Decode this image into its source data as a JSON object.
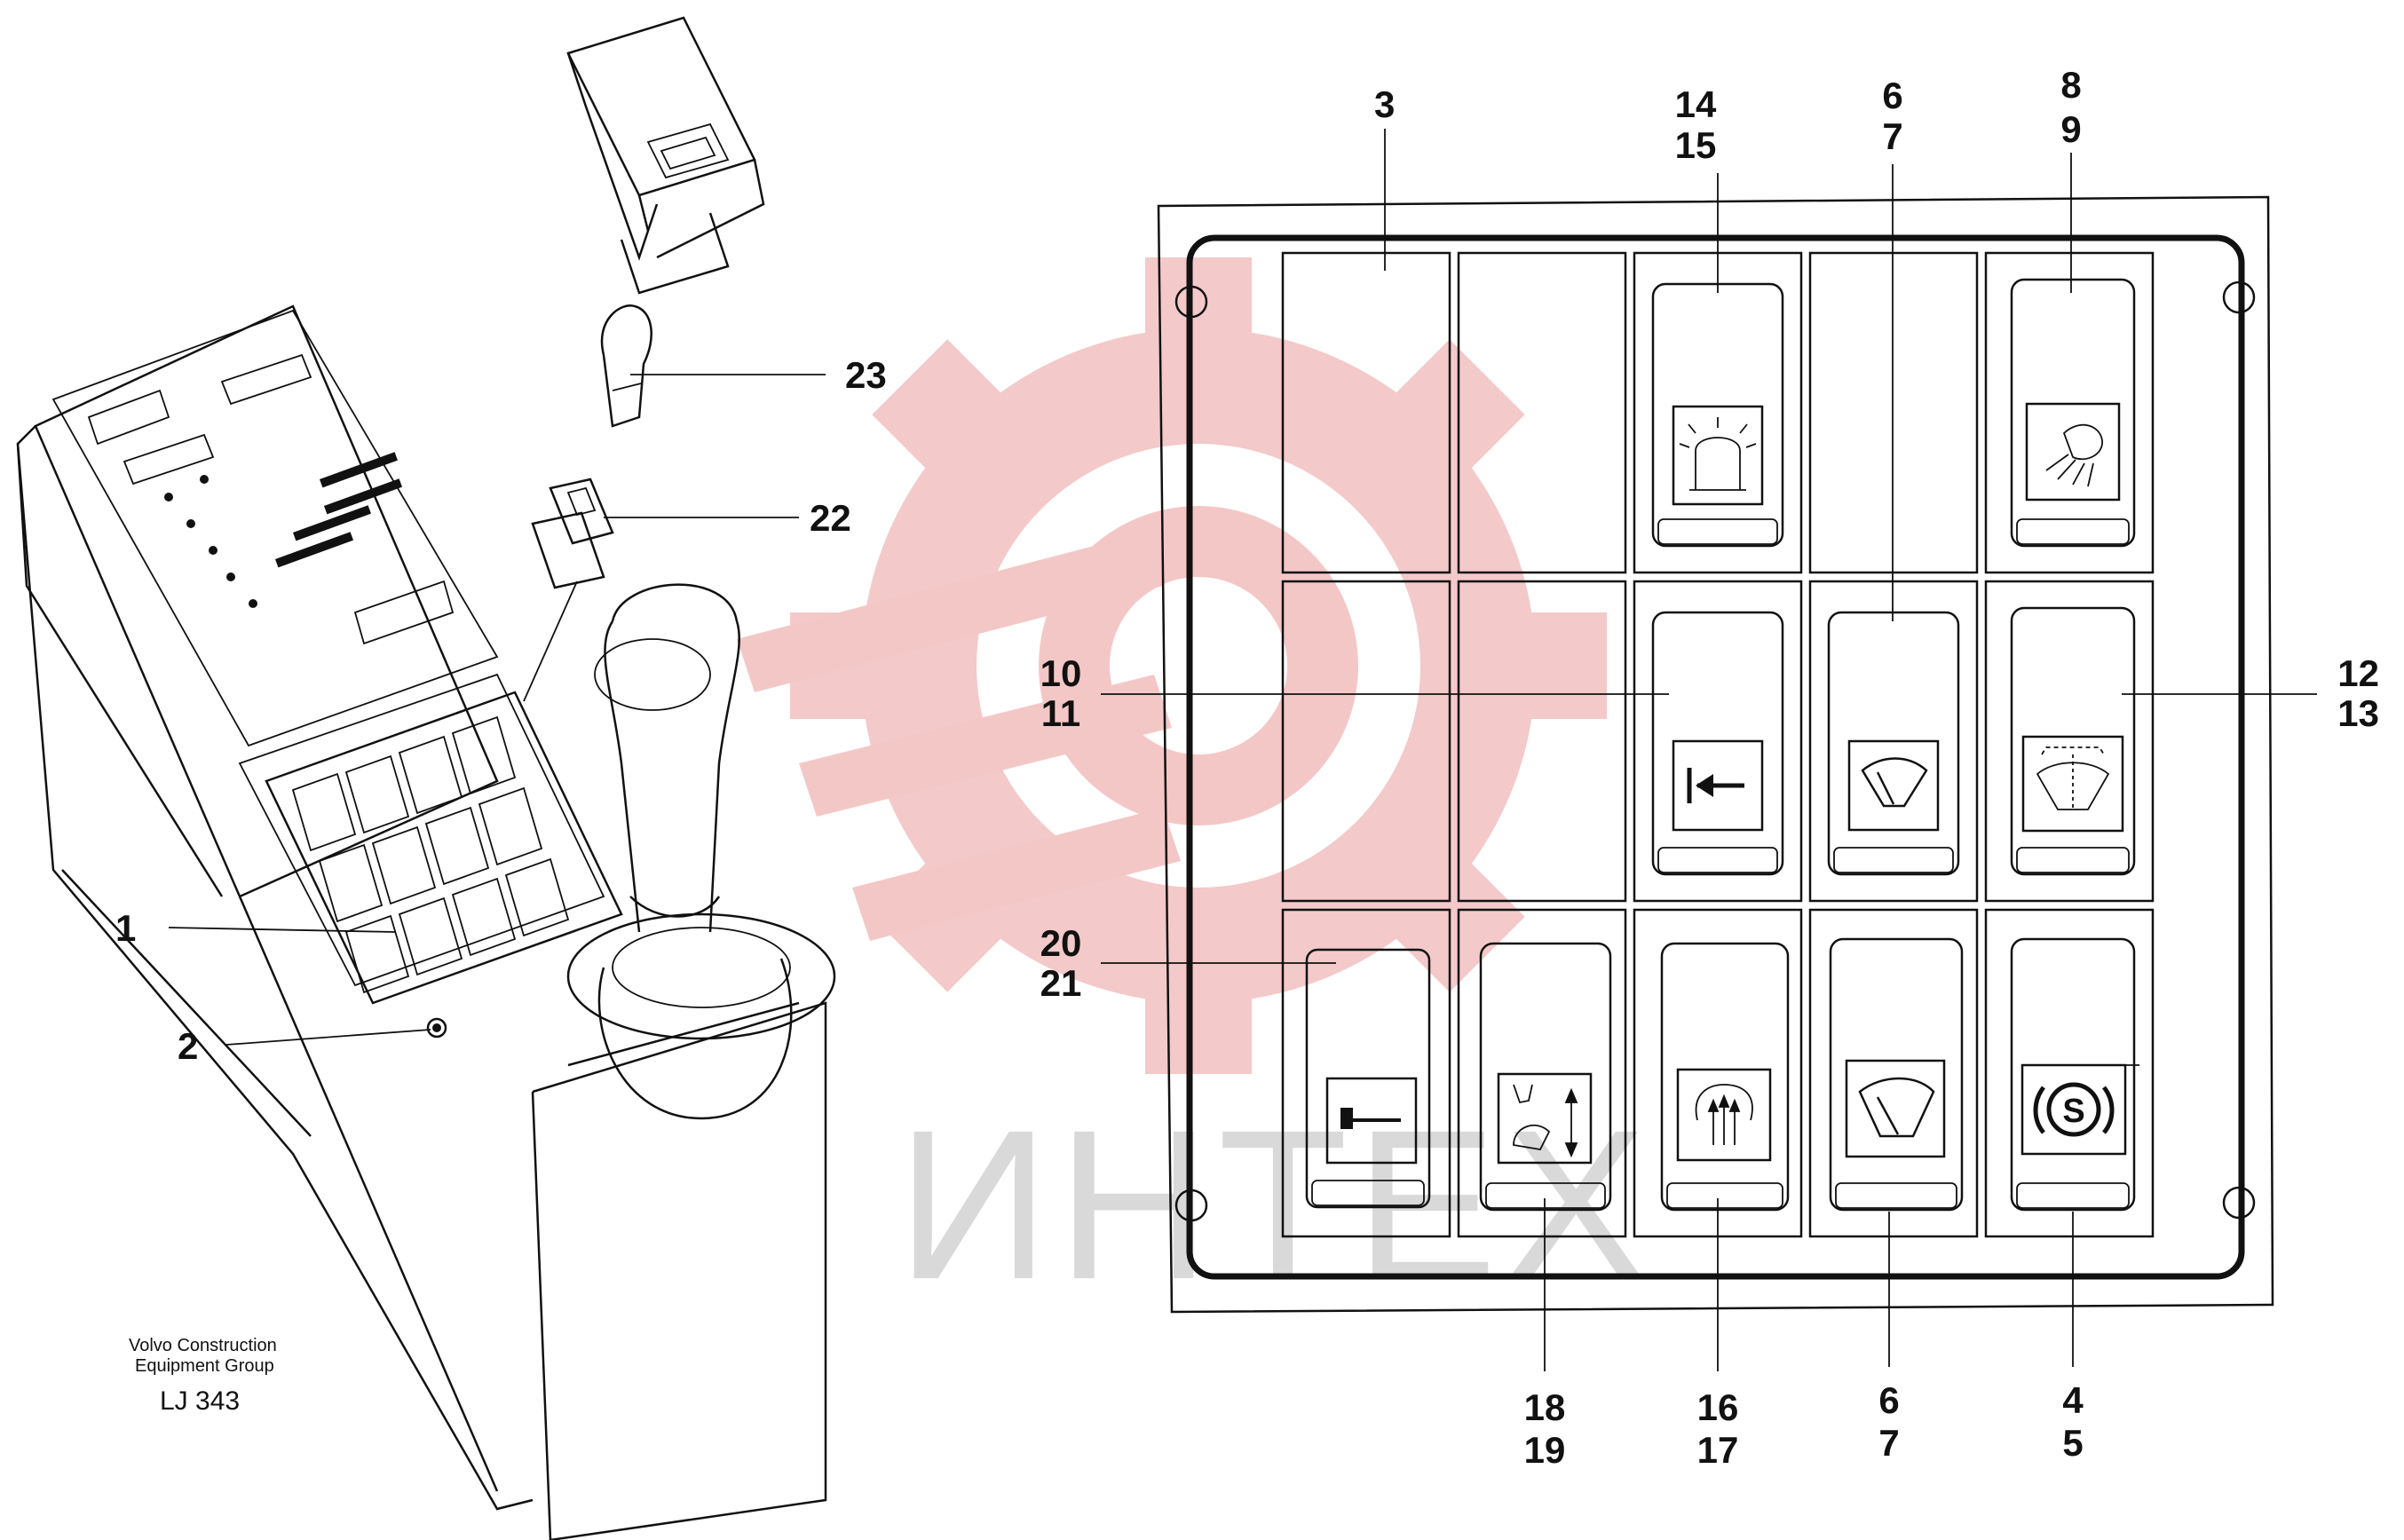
{
  "watermark": {
    "text": "ИНТЕХ",
    "gear_color": "#f4c7c7",
    "text_color": "#d9d9d9"
  },
  "credit": {
    "line1": "Volvo Construction",
    "line2": "Equipment Group",
    "code": "LJ 343"
  },
  "callouts": {
    "c1": "1",
    "c2": "2",
    "c3": "3",
    "c4_5": [
      "4",
      "5"
    ],
    "c6_7_top": [
      "6",
      "7"
    ],
    "c6_7_bottom": [
      "6",
      "7"
    ],
    "c8_9": [
      "8",
      "9"
    ],
    "c10_11": [
      "10",
      "11"
    ],
    "c12_13": [
      "12",
      "13"
    ],
    "c14_15": [
      "14",
      "15"
    ],
    "c16_17": [
      "16",
      "17"
    ],
    "c18_19": [
      "18",
      "19"
    ],
    "c20_21": [
      "20",
      "21"
    ],
    "c22": "22",
    "c23": "23"
  },
  "switch_panel": {
    "rows": 3,
    "columns": 5,
    "switches": [
      {
        "position": "row1-col3",
        "icon": "rotating-beacon-icon"
      },
      {
        "position": "row1-col5",
        "icon": "work-light-icon"
      },
      {
        "position": "row2-col3",
        "icon": "arrow-left-to-bar-icon"
      },
      {
        "position": "row2-col4",
        "icon": "wiper-icon"
      },
      {
        "position": "row2-col5",
        "icon": "rear-wiper-icon"
      },
      {
        "position": "row3-col1",
        "icon": "hammer-icon"
      },
      {
        "position": "row3-col2",
        "icon": "bucket-float-icon"
      },
      {
        "position": "row3-col3",
        "icon": "defroster-icon"
      },
      {
        "position": "row3-col4",
        "icon": "windshield-wiper-icon"
      },
      {
        "position": "row3-col5",
        "icon": "parking-brake-icon"
      }
    ]
  }
}
